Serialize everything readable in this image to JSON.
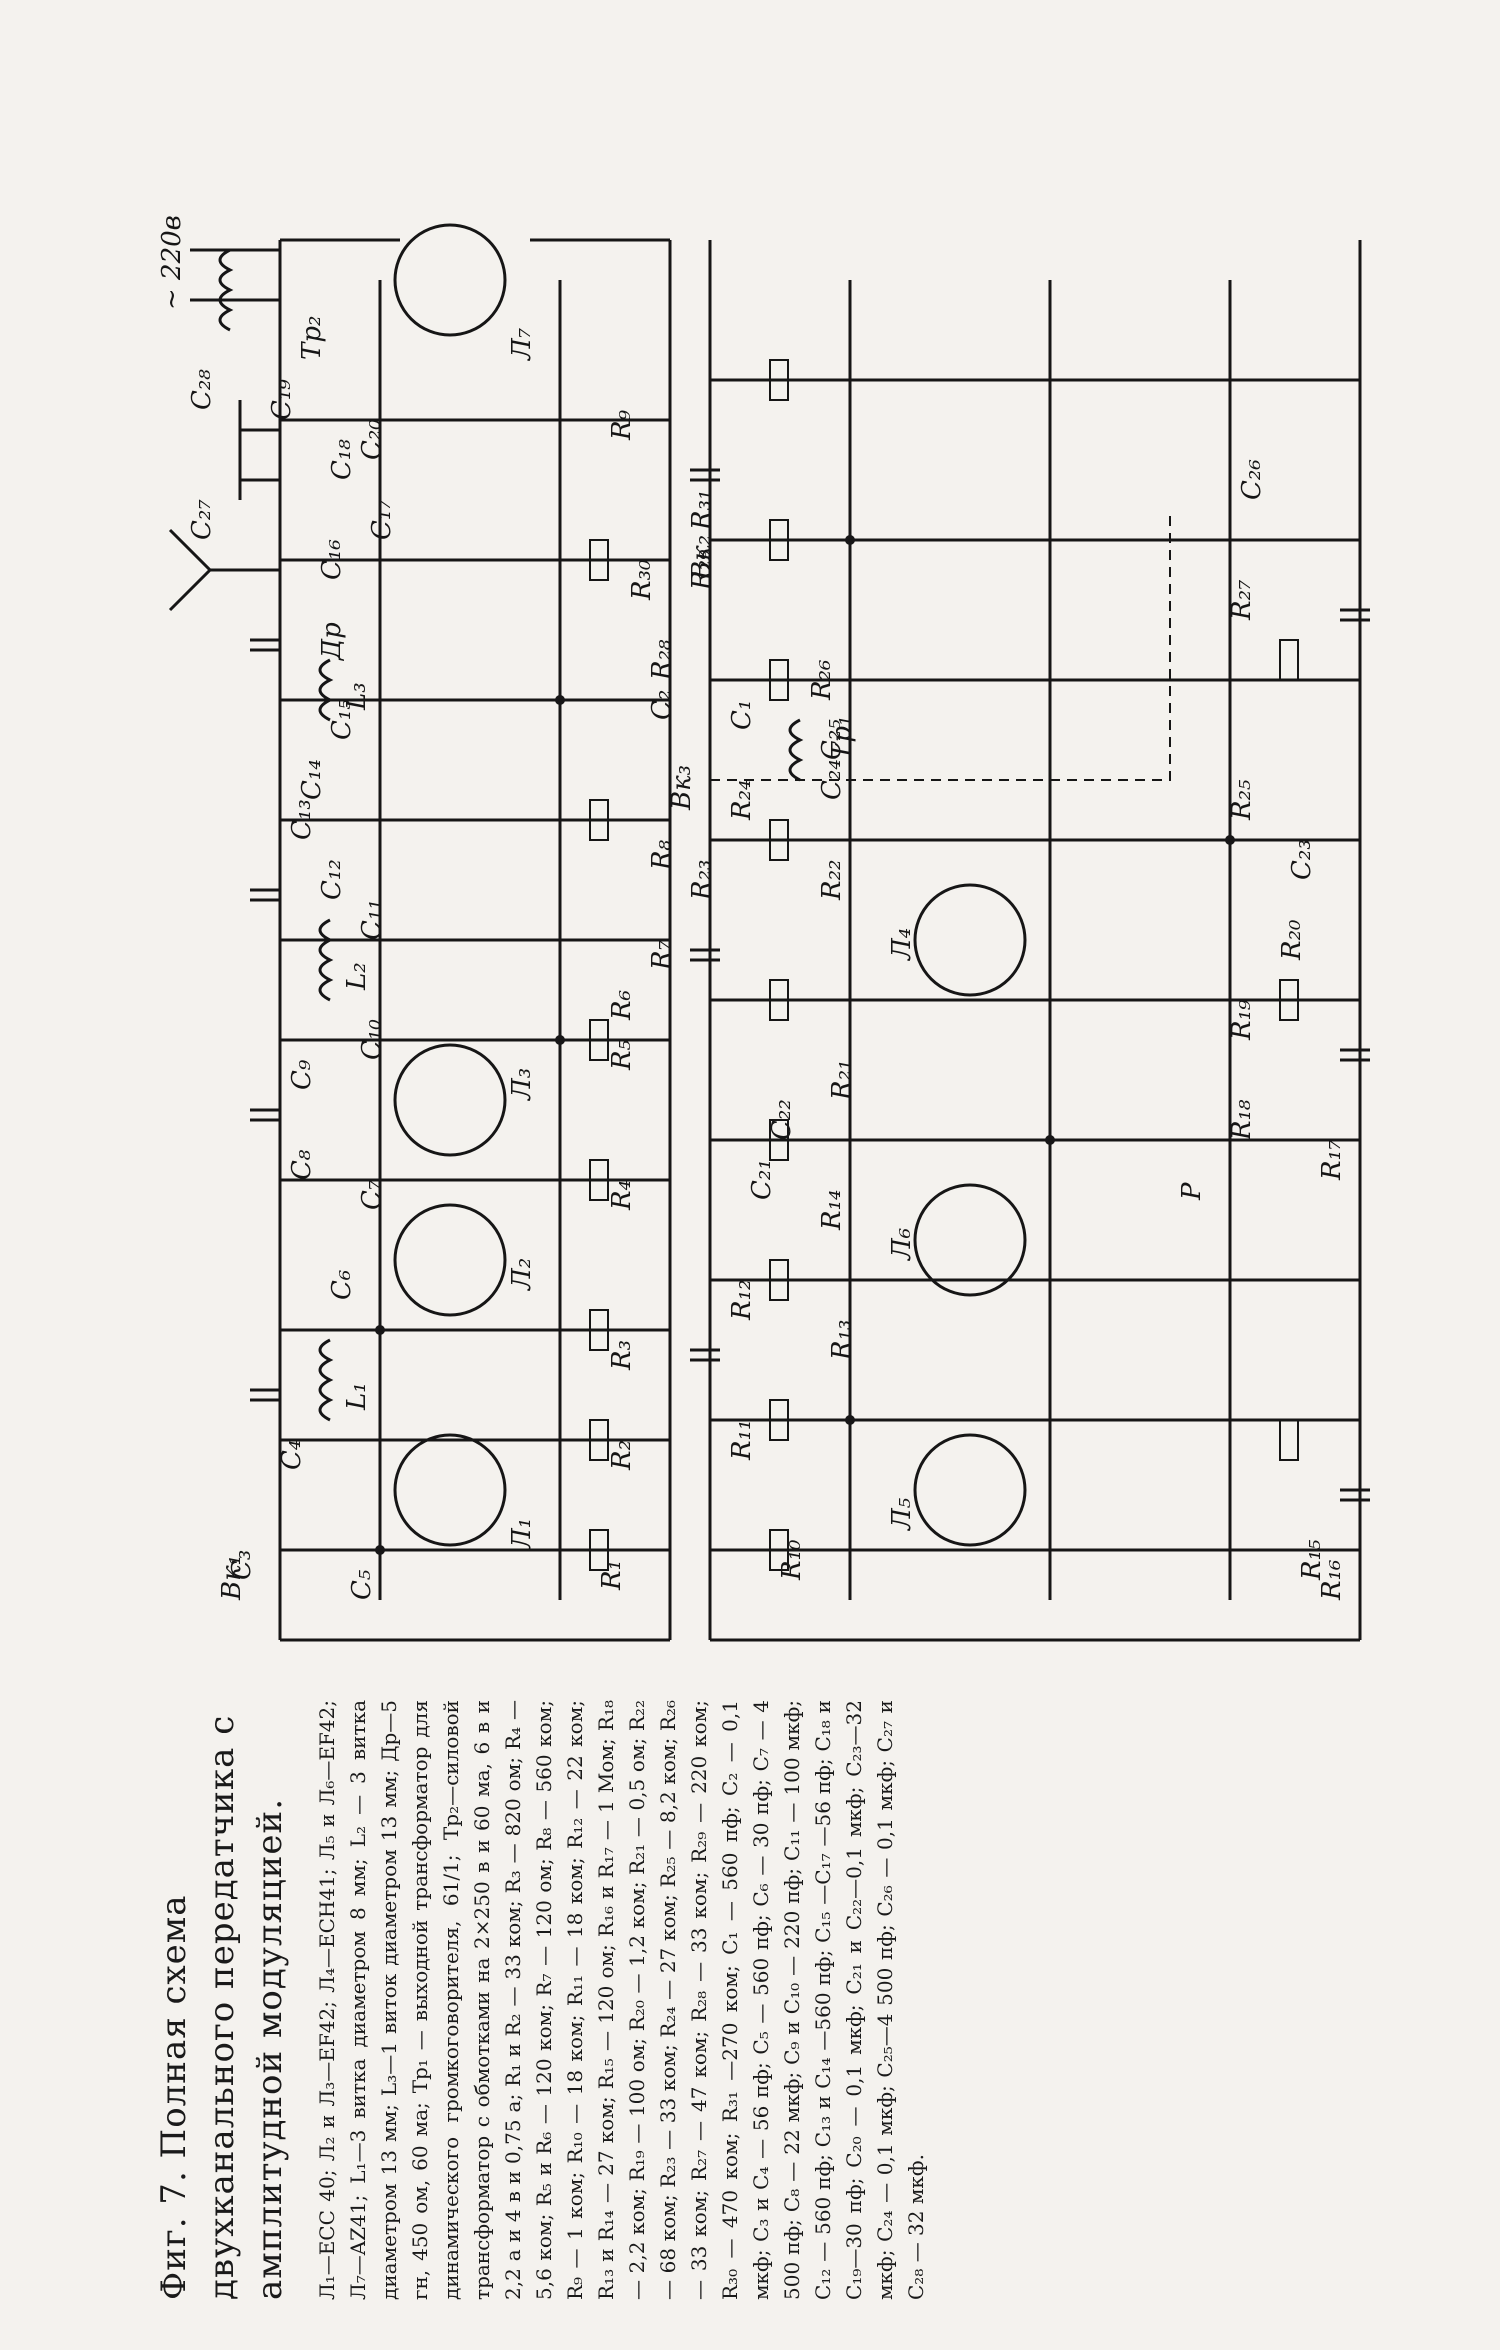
{
  "caption": {
    "title": "Фиг. 7. Полная схема двухканального передатчика с амплитудной модуляцией.",
    "body": "Л₁—ECC 40; Л₂ и Л₃—EF42; Л₄—ECH41; Л₅ и Л₆—EF42; Л₇—AZ41; L₁—3 витка диаметром 8 мм; L₂ — 3 витка диаметром 13 мм; L₃—1 виток диаметром 13 мм; Др—5 гн, 450 ом, 60 ма; Тр₁ — выходной трансфор­матор для динамического громкоговорителя, 61/1; Тр₂—силовой трансформатор с обмотками на 2×250 в и 60 ма, 6 в и 2,2 а и 4 в и 0,75 а; R₁ и R₂ — 33 ком; R₃ — 820 ом; R₄ —5,6 ком; R₅ и R₆ — 120 ком; R₇ — 120 ом; R₈ — 560 ком; R₉ — 1 ком; R₁₀ — 18 ком; R₁₁ — 18 ком; R₁₂ — 22 ком; R₁₃ и R₁₄ — 27 ком; R₁₅ — 120 ом; R₁₆ и R₁₇ — 1 Мом; R₁₈ — 2,2 ком; R₁₉ — 100 ом; R₂₀ — 1,2 ком; R₂₁ — 0,5 ом; R₂₂ — 68 ком; R₂₃ — 33 ком; R₂₄ — 27 ком; R₂₅ — 8,2 ком; R₂₆ — 33 ком; R₂₇ — 47 ком; R₂₈ — 33 ком; R₂₉ — 220 ком; R₃₀ — 470 ком; R₃₁ —270 ком; C₁ — 560 пф; C₂ — 0,1 мкф; C₃ и C₄ — 56 пф; C₅ — 560 пф; C₆ — 30 пф; C₇ — 4 500 пф; C₈ — 22 мкф; C₉ и C₁₀ — 220 пф; C₁₁ — 100 мкф; C₁₂ — 560 пф; C₁₃ и C₁₄ —560 пф; C₁₅ —C₁₇ —56 пф; C₁₈ и C₁₉—30 пф; C₂₀ — 0,1 мкф; C₂₁ и C₂₂—0,1 мкф; C₂₃—32 мкф; C₂₄ — 0,1 мкф; C₂₅—4 500 пф; C₂₆ — 0,1 мкф; C₂₇ и C₂₈ — 32 мкф."
  },
  "labels": {
    "mains": "~ 220в",
    "Tr2": "Тр₂",
    "Tr1": "Тр₁",
    "Dr": "Др",
    "L1": "Л₁",
    "L2": "Л₂",
    "L3": "Л₃",
    "L4": "Л₄",
    "L5": "Л₅",
    "L6": "Л₆",
    "L7": "Л₇",
    "coilL1": "L₁",
    "coilL2": "L₂",
    "coilL3": "L₃",
    "Bk1": "Вк₁",
    "Bk2": "Вк₂",
    "Bk3": "Вк₃",
    "P": "Р",
    "R1": "R₁",
    "R2": "R₂",
    "R3": "R₃",
    "R4": "R₄",
    "R5": "R₅",
    "R6": "R₆",
    "R7": "R₇",
    "R8": "R₈",
    "R9": "R₉",
    "R10": "R₁₀",
    "R11": "R₁₁",
    "R12": "R₁₂",
    "R13": "R₁₃",
    "R14": "R₁₄",
    "R15": "R₁₅",
    "R16": "R₁₆",
    "R17": "R₁₇",
    "R18": "R₁₈",
    "R19": "R₁₉",
    "R20": "R₂₀",
    "R21": "R₂₁",
    "R22": "R₂₂",
    "R23": "R₂₃",
    "R24": "R₂₄",
    "R25": "R₂₅",
    "R26": "R₂₆",
    "R27": "R₂₇",
    "R28": "R₂₈",
    "R29": "R₂₉",
    "R30": "R₃₀",
    "R31": "R₃₁",
    "C1": "C₁",
    "C2": "C₂",
    "C3": "C₃",
    "C4": "C₄",
    "C5": "C₅",
    "C6": "C₆",
    "C7": "C₇",
    "C8": "C₈",
    "C9": "C₉",
    "C10": "C₁₀",
    "C11": "C₁₁",
    "C12": "C₁₂",
    "C13": "C₁₃",
    "C14": "C₁₄",
    "C15": "C₁₅",
    "C16": "C₁₆",
    "C17": "C₁₇",
    "C18": "C₁₈",
    "C19": "C₁₉",
    "C20": "C₂₀",
    "C21": "C₂₁",
    "C22": "C₂₂",
    "C23": "C₂₃",
    "C24": "C₂₄",
    "C25": "C₂₅",
    "C26": "C₂₆",
    "C27": "C₂₇",
    "C28": "C₂₈"
  }
}
